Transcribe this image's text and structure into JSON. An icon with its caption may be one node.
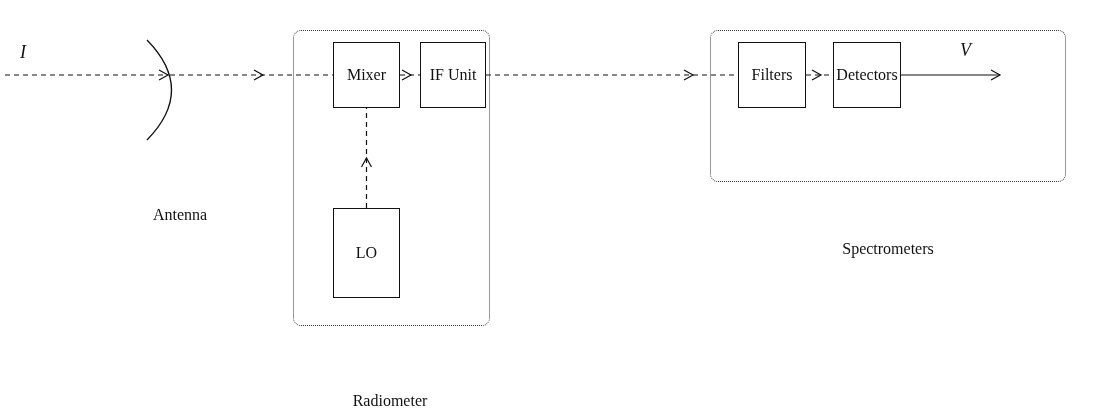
{
  "diagram": {
    "nodes": [
      {
        "text": [
          "Radiometer"
        ]
      },
      {
        "text": [
          "Mixer"
        ],
        "in": 0
      },
      {
        "text": [
          "IF Unit"
        ],
        "in": 0
      },
      {
        "text": [
          "LO"
        ],
        "in": 0
      },
      {
        "text": [
          "Spectrometers"
        ]
      },
      {
        "text": [
          "Filters"
        ],
        "in": 4
      },
      {
        "text": [
          "Detectors"
        ],
        "in": 4
      },
      {
        "text": [
          "Antenna"
        ]
      }
    ],
    "edges": [
      {
        "from": null,
        "to": 7,
        "arrow": "to",
        "label": "I",
        "style": "dashed"
      },
      {
        "from": 7,
        "to": 1,
        "arrow": "to",
        "style": "dashed"
      },
      {
        "from": 3,
        "to": 1,
        "arrow": "to",
        "style": "dashed"
      },
      {
        "from": 1,
        "to": 2,
        "arrow": "to",
        "style": "dashed"
      },
      {
        "from": 2,
        "to": 5,
        "arrow": "to",
        "style": "dashed"
      },
      {
        "from": 5,
        "to": 6,
        "arrow": "to",
        "style": "dashed"
      },
      {
        "from": 6,
        "to": null,
        "arrow": "to",
        "label": "V"
      }
    ]
  }
}
